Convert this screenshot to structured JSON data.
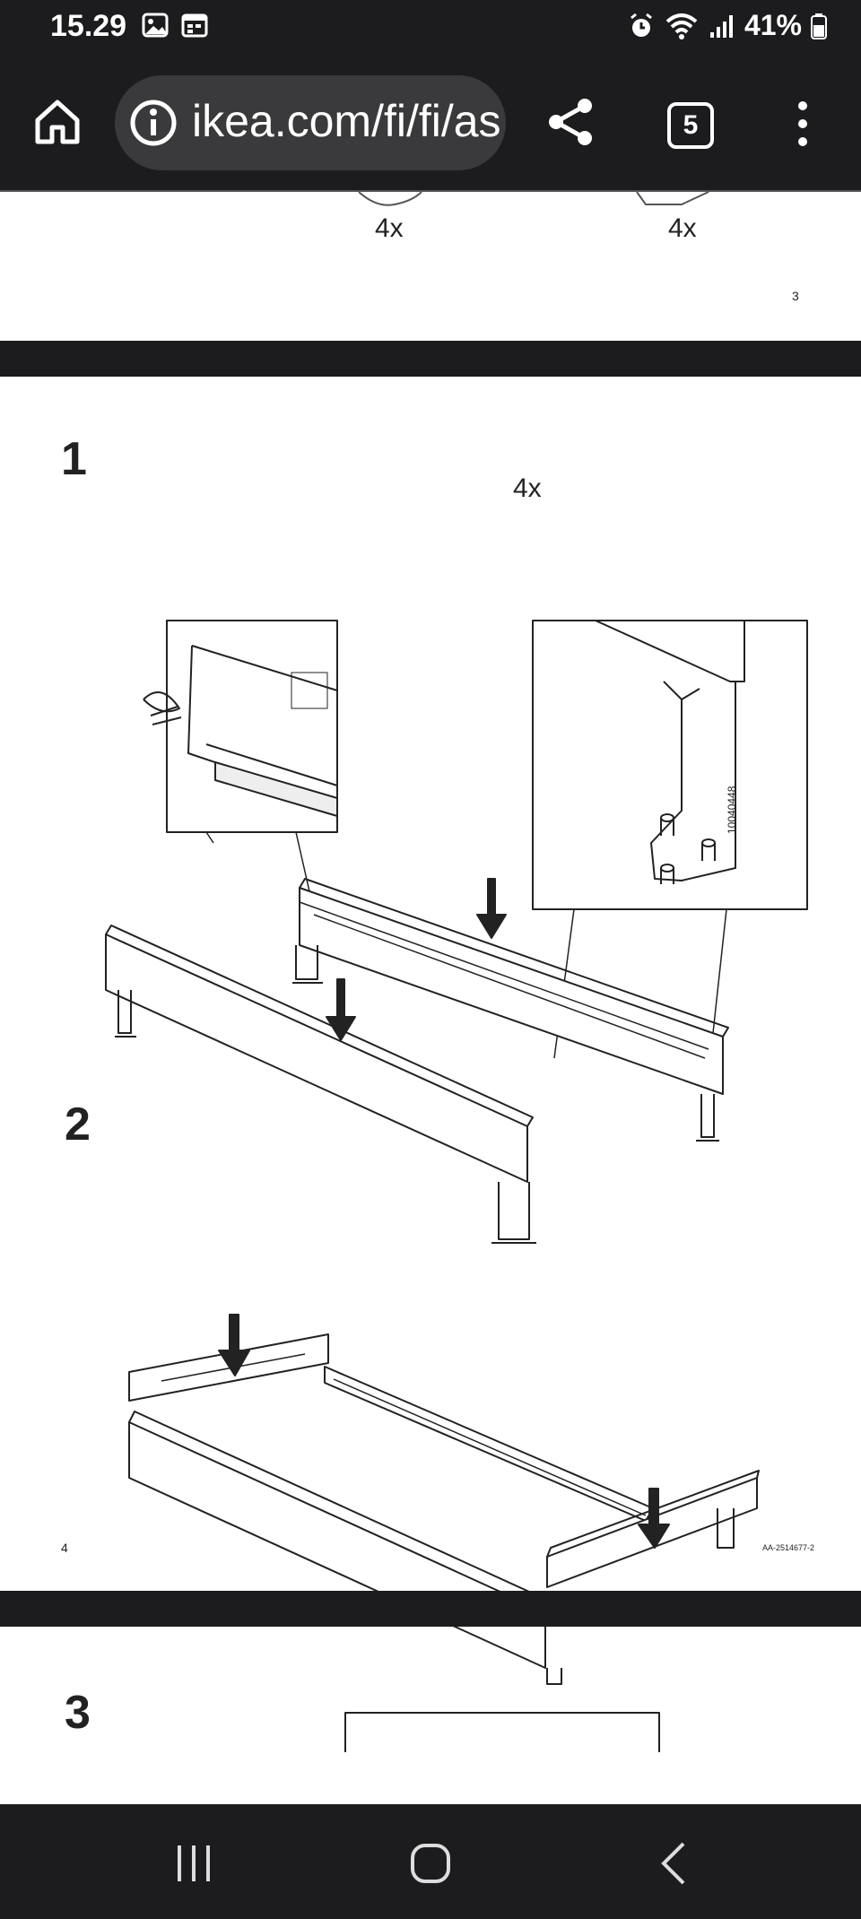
{
  "status": {
    "time": "15.29",
    "battery": "41%",
    "left_icons": [
      "image-icon",
      "calendar-icon"
    ],
    "right_icons": [
      "alarm-icon",
      "wifi-icon",
      "signal-icon",
      "battery-icon"
    ]
  },
  "browser": {
    "url": "ikea.com/fi/fi/as",
    "tab_count": "5"
  },
  "document": {
    "page3": {
      "parts": [
        "4x",
        "4x"
      ],
      "page_number": "3"
    },
    "page4": {
      "step1": {
        "number": "1",
        "detail_quantity": "4x",
        "part_code": "10040448"
      },
      "step2": {
        "number": "2"
      },
      "page_number": "4",
      "doc_code": "AA-2514677-2"
    },
    "page5": {
      "step3": {
        "number": "3"
      }
    }
  },
  "colors": {
    "bar_bg": "#1c1c1e",
    "url_bg": "#3a3a3c"
  }
}
